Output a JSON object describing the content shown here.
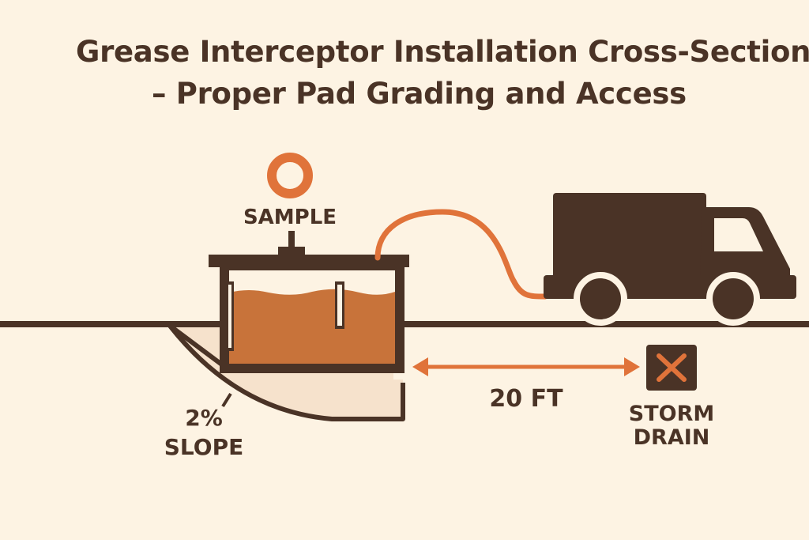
{
  "title": {
    "line1": "Grease Interceptor Installation Cross-Section",
    "line2": "– Proper Pad Grading and Access"
  },
  "labels": {
    "sample": "SAMPLE",
    "slope_value": "2%",
    "slope_word": "SLOPE",
    "distance": "20 FT",
    "storm_drain_line1": "STORM",
    "storm_drain_line2": "DRAIN"
  },
  "icons": {
    "sample_port": "ring-icon",
    "storm_drain": "x-mark-icon",
    "vehicle": "pump-truck-icon"
  },
  "colors": {
    "background": "#fdf3e3",
    "dark": "#4a3326",
    "accent": "#e0733a",
    "grease_fill": "#c8733a",
    "soil_fill": "#f6e2cc"
  }
}
